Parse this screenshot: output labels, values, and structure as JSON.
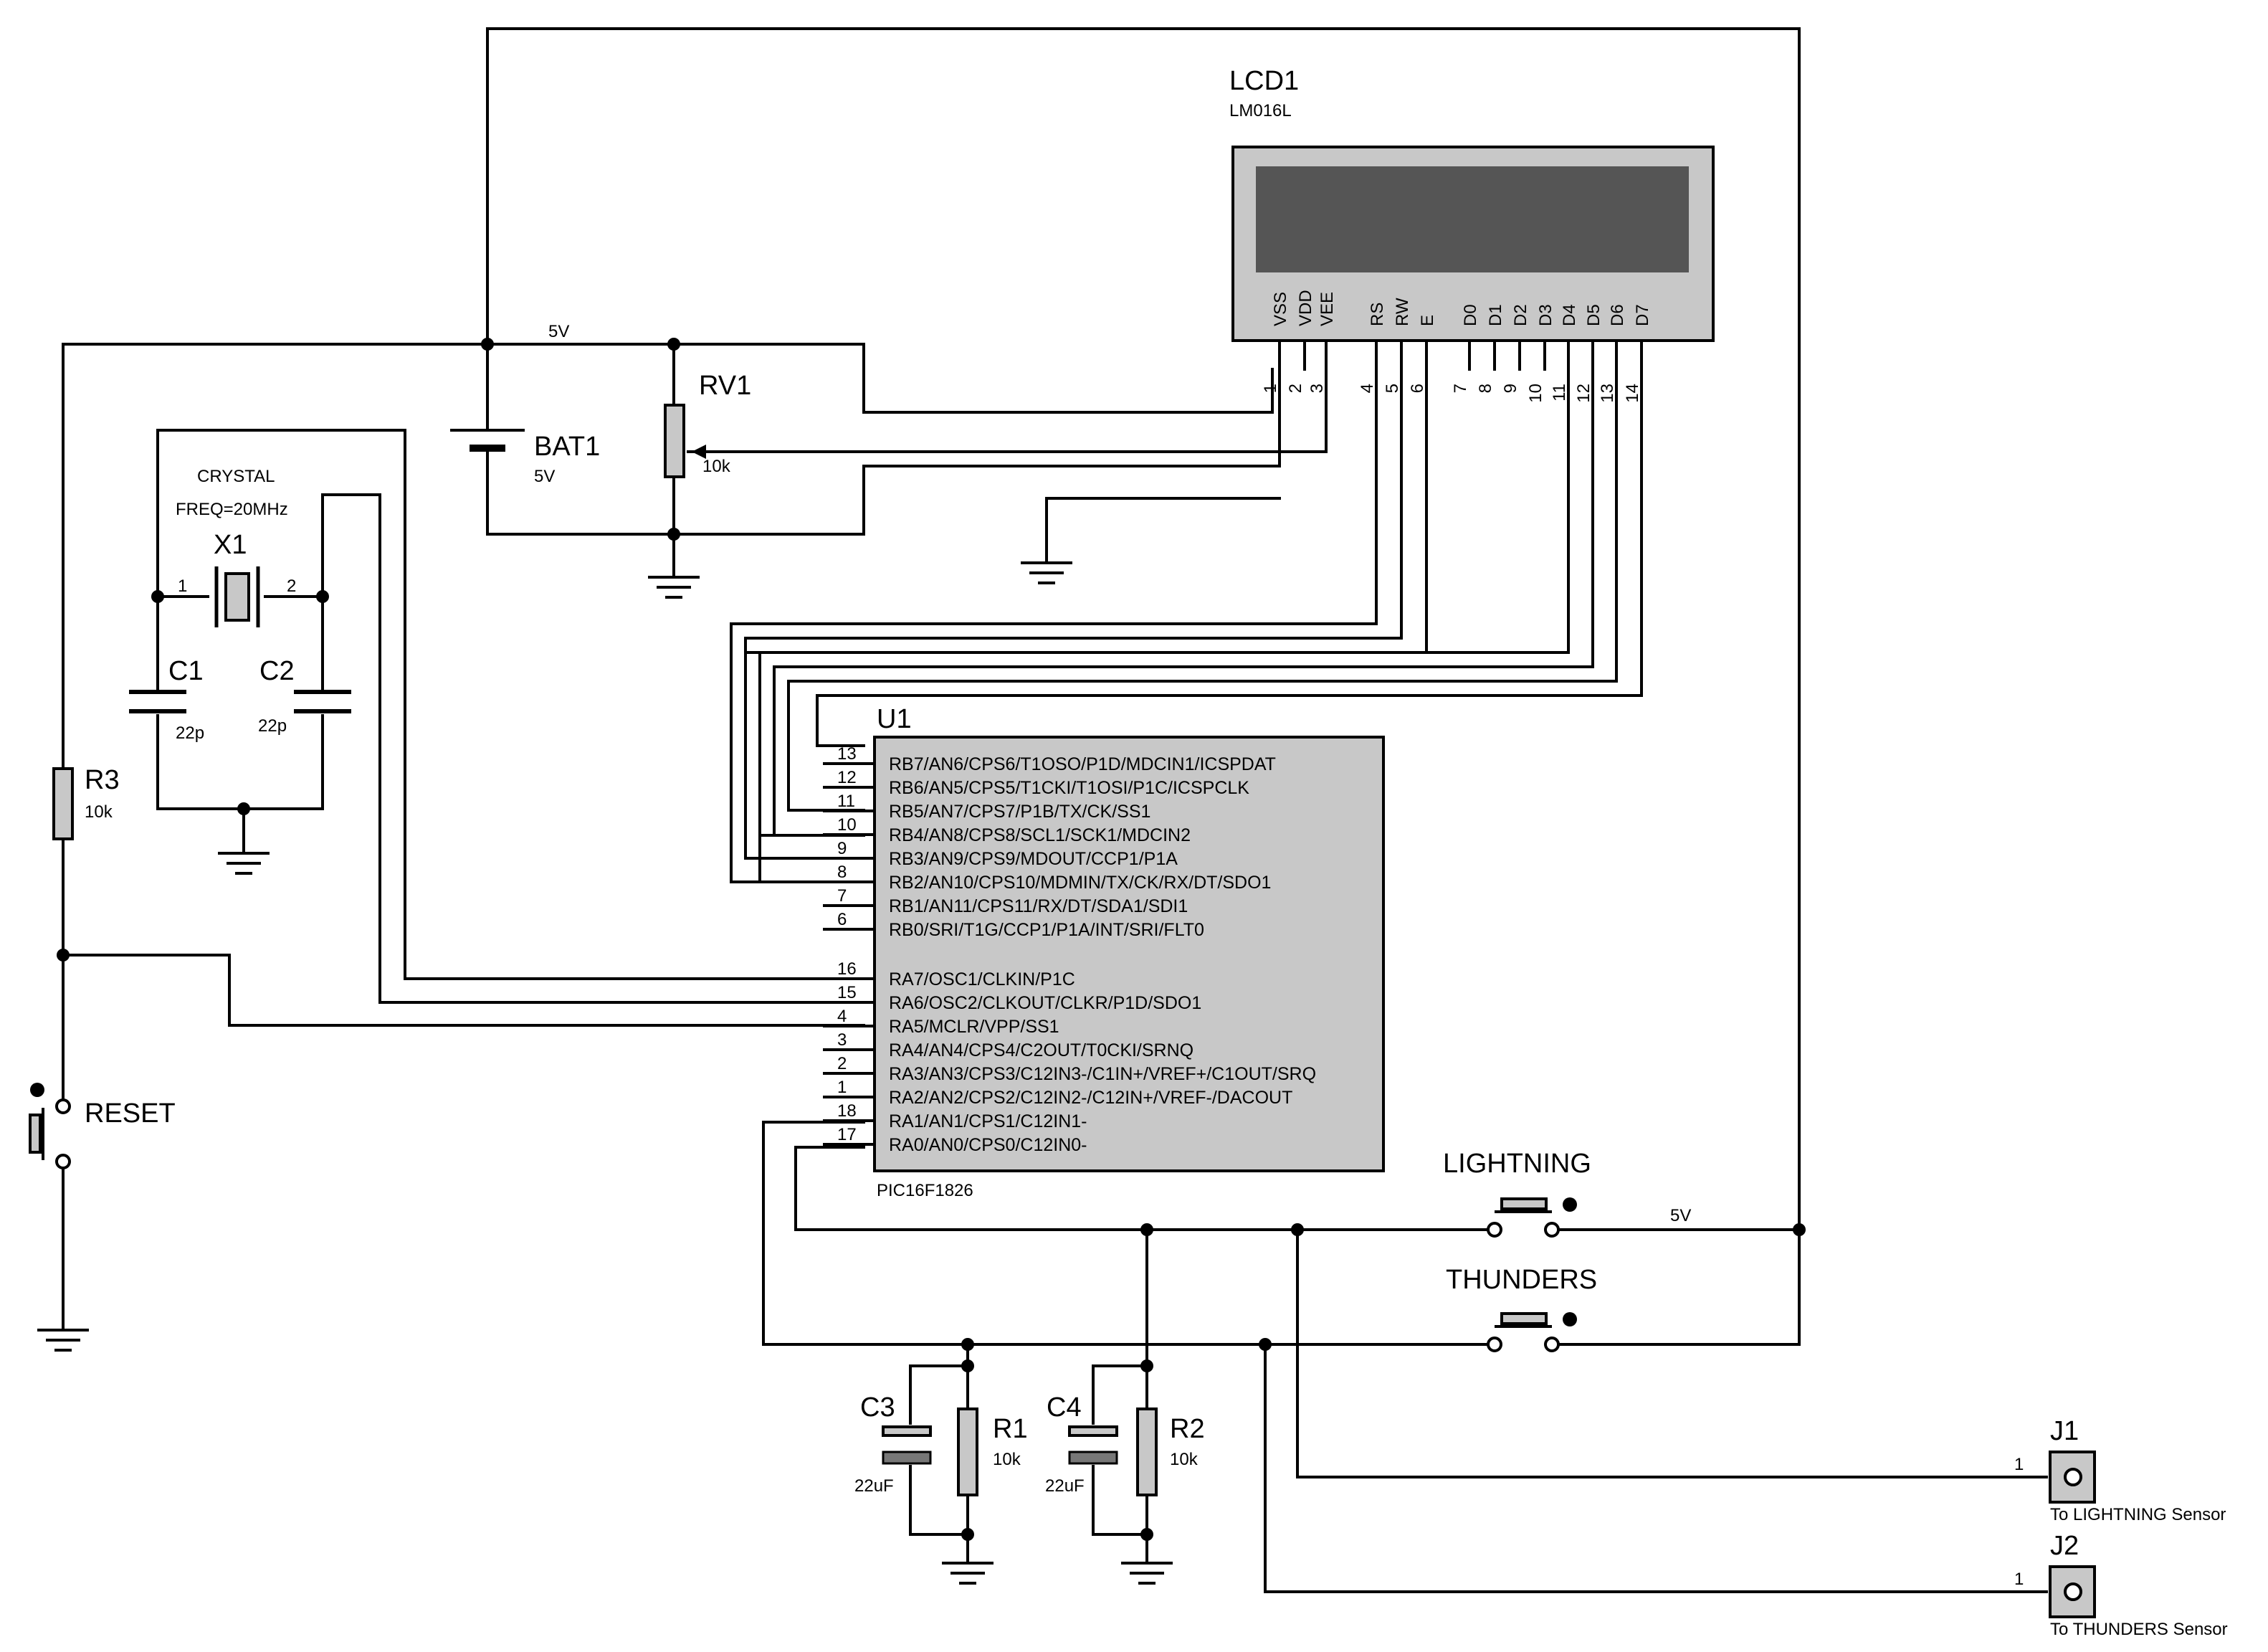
{
  "lcd": {
    "ref": "LCD1",
    "part": "LM016L",
    "pins": [
      {
        "name": "VSS",
        "num": "1"
      },
      {
        "name": "VDD",
        "num": "2"
      },
      {
        "name": "VEE",
        "num": "3"
      },
      {
        "name": "RS",
        "num": "4"
      },
      {
        "name": "RW",
        "num": "5"
      },
      {
        "name": "E",
        "num": "6"
      },
      {
        "name": "D0",
        "num": "7"
      },
      {
        "name": "D1",
        "num": "8"
      },
      {
        "name": "D2",
        "num": "9"
      },
      {
        "name": "D3",
        "num": "10"
      },
      {
        "name": "D4",
        "num": "11"
      },
      {
        "name": "D5",
        "num": "12"
      },
      {
        "name": "D6",
        "num": "13"
      },
      {
        "name": "D7",
        "num": "14"
      }
    ]
  },
  "bat": {
    "ref": "BAT1",
    "value": "5V"
  },
  "rv1": {
    "ref": "RV1",
    "value": "10k"
  },
  "rail_top": "5V",
  "rail_right": "5V",
  "crystal": {
    "type": "CRYSTAL",
    "freq": "FREQ=20MHz",
    "ref": "X1",
    "pin1": "1",
    "pin2": "2"
  },
  "c1": {
    "ref": "C1",
    "value": "22p"
  },
  "c2": {
    "ref": "C2",
    "value": "22p"
  },
  "r3": {
    "ref": "R3",
    "value": "10k"
  },
  "reset": {
    "label": "RESET"
  },
  "mcu": {
    "ref": "U1",
    "part": "PIC16F1826",
    "pins": [
      {
        "num": "13",
        "name": "RB7/AN6/CPS6/T1OSO/P1D/MDCIN1/ICSPDAT"
      },
      {
        "num": "12",
        "name": "RB6/AN5/CPS5/T1CKI/T1OSI/P1C/ICSPCLK"
      },
      {
        "num": "11",
        "name": "RB5/AN7/CPS7/P1B/TX/CK/SS1"
      },
      {
        "num": "10",
        "name": "RB4/AN8/CPS8/SCL1/SCK1/MDCIN2"
      },
      {
        "num": "9",
        "name": "RB3/AN9/CPS9/MDOUT/CCP1/P1A"
      },
      {
        "num": "8",
        "name": "RB2/AN10/CPS10/MDMIN/TX/CK/RX/DT/SDO1"
      },
      {
        "num": "7",
        "name": "RB1/AN11/CPS11/RX/DT/SDA1/SDI1"
      },
      {
        "num": "6",
        "name": "RB0/SRI/T1G/CCP1/P1A/INT/SRI/FLT0"
      },
      {
        "num": "16",
        "name": "RA7/OSC1/CLKIN/P1C"
      },
      {
        "num": "15",
        "name": "RA6/OSC2/CLKOUT/CLKR/P1D/SDO1"
      },
      {
        "num": "4",
        "name": "RA5/MCLR/VPP/SS1"
      },
      {
        "num": "3",
        "name": "RA4/AN4/CPS4/C2OUT/T0CKI/SRNQ"
      },
      {
        "num": "2",
        "name": "RA3/AN3/CPS3/C12IN3-/C1IN+/VREF+/C1OUT/SRQ"
      },
      {
        "num": "1",
        "name": "RA2/AN2/CPS2/C12IN2-/C12IN+/VREF-/DACOUT"
      },
      {
        "num": "18",
        "name": "RA1/AN1/CPS1/C12IN1-"
      },
      {
        "num": "17",
        "name": "RA0/AN0/CPS0/C12IN0-"
      }
    ]
  },
  "lightning": {
    "label": "LIGHTNING"
  },
  "thunders": {
    "label": "THUNDERS"
  },
  "c3": {
    "ref": "C3",
    "value": "22uF"
  },
  "r1": {
    "ref": "R1",
    "value": "10k"
  },
  "c4": {
    "ref": "C4",
    "value": "22uF"
  },
  "r2": {
    "ref": "R2",
    "value": "10k"
  },
  "j1": {
    "ref": "J1",
    "pin": "1",
    "desc": "To LIGHTNING Sensor"
  },
  "j2": {
    "ref": "J2",
    "pin": "1",
    "desc": "To THUNDERS Sensor"
  }
}
